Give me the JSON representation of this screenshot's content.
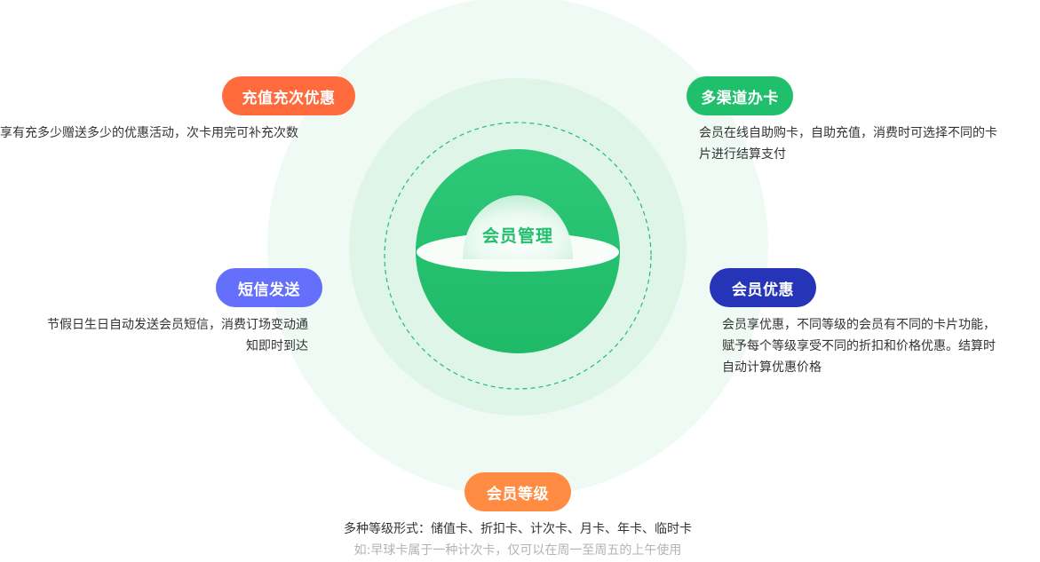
{
  "center": {
    "label": "会员管理"
  },
  "features": {
    "recharge": {
      "title": "充值充次优惠",
      "desc": "享有充多少赠送多少的优惠活动，次卡用完可补充次数"
    },
    "channels": {
      "title": "多渠道办卡",
      "line1": "会员在线自助购卡，自助充值，消费时可选择不同的卡",
      "line2": "片进行结算支付"
    },
    "sms": {
      "title": "短信发送",
      "line1": "节假日生日自动发送会员短信，消费订场变动通",
      "line2": "知即时到达"
    },
    "discount": {
      "title": "会员优惠",
      "line1": "会员享优惠，不同等级的会员有不同的卡片功能，",
      "line2": "赋予每个等级享受不同的折扣和价格优惠。结算时",
      "line3": "自动计算优惠价格"
    },
    "levels": {
      "title": "会员等级",
      "line1": "多种等级形式：储值卡、折扣卡、计次卡、月卡、年卡、临时卡",
      "line2": "如:早球卡属于一种计次卡，仅可以在周一至周五的上午使用"
    }
  },
  "colors": {
    "recharge": "#ff6b3d",
    "channels": "#20bf6b",
    "sms": "#6470fb",
    "discount": "#2634b8",
    "levels": "#ff8c42",
    "core_green": "#20bf6b",
    "ring_outer": "#effaf4",
    "ring_mid": "#dff5e8"
  }
}
